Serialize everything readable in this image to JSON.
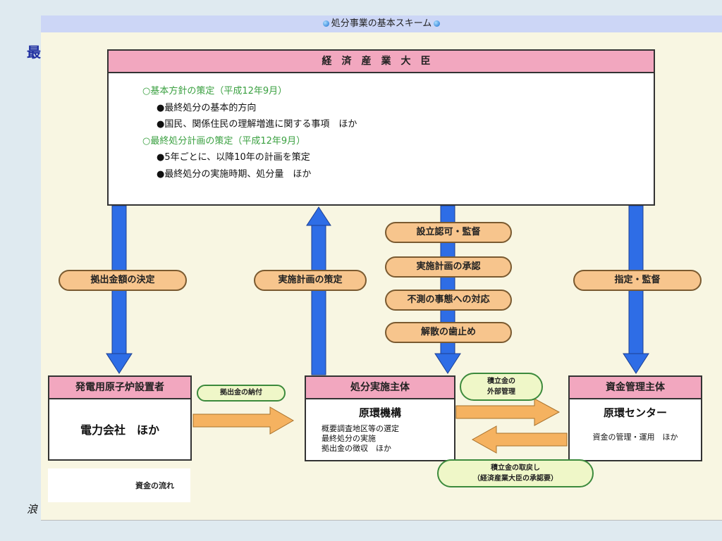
{
  "slide": {
    "title_fragment": "最",
    "footer_fragment": "浪"
  },
  "figure": {
    "header_title": "処分事業の基本スキーム"
  },
  "minister": {
    "title": "経済産業大臣",
    "lines": [
      {
        "kind": "policy",
        "text": "○基本方針の策定（平成12年9月）"
      },
      {
        "kind": "bullet",
        "text": "●最終処分の基本的方向"
      },
      {
        "kind": "bullet",
        "text": "●国民、関係住民の理解増進に関する事項　ほか"
      },
      {
        "kind": "policy",
        "text": "○最終処分計画の策定（平成12年9月）"
      },
      {
        "kind": "bullet",
        "text": "●5年ごとに、以降10年の計画を策定"
      },
      {
        "kind": "bullet",
        "text": "●最終処分の実施時期、処分量　ほか"
      }
    ]
  },
  "arrow_labels": {
    "left": "拠出金額の決定",
    "middle_up": "実施計画の策定",
    "center": [
      "設立認可・監督",
      "実施計画の承認",
      "不測の事態への対応",
      "解散の歯止め"
    ],
    "right": "指定・監督"
  },
  "entities": {
    "operator": {
      "title": "発電用原子炉設置者",
      "body": "電力会社　ほか"
    },
    "implementer": {
      "title": "処分実施主体",
      "name": "原環機構",
      "lines": [
        "概要調査地区等の選定",
        "最終処分の実施",
        "拠出金の徴収　ほか"
      ]
    },
    "fund": {
      "title": "資金管理主体",
      "name": "原環センター",
      "body": "資金の管理・運用　ほか"
    }
  },
  "flow_labels": {
    "payment": "拠出金の納付",
    "external_mgmt": [
      "積立金の",
      "外部管理"
    ],
    "withdrawal": [
      "積立金の取戻し",
      "（経済産業大臣の承認要）"
    ]
  },
  "legend": {
    "label": "資金の流れ"
  },
  "colors": {
    "blue_arrow": "#2e6de6",
    "orange_arrow": "#f5b260",
    "box_header_pink": "#f2a7bf",
    "oval_fill": "#f7c58d",
    "policy_green": "#3aa040"
  }
}
